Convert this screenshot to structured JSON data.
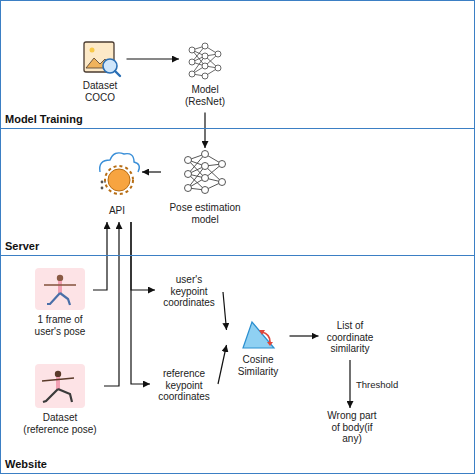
{
  "diagram": {
    "nodes": [
      {
        "text": [
          "Model Training"
        ]
      },
      {
        "text": [
          "Dataset COCO"
        ],
        "in": 0
      },
      {
        "text": [
          "Model (ResNet)"
        ],
        "in": 0
      },
      {
        "text": [
          "Server"
        ]
      },
      {
        "text": [
          "API"
        ],
        "in": 3
      },
      {
        "text": [
          "Pose estimation model"
        ],
        "in": 3
      },
      {
        "text": [
          "Website"
        ]
      },
      {
        "text": [
          "1 frame of user's pose"
        ],
        "in": 6
      },
      {
        "text": [
          "Dataset (reference pose)"
        ],
        "in": 6
      },
      {
        "text": [
          "user's keypoint coordinates"
        ],
        "in": 6
      },
      {
        "text": [
          "reference keypoint coordinates"
        ],
        "in": 6
      },
      {
        "text": [
          "Cosine Similarity"
        ],
        "in": 6
      },
      {
        "text": [
          "List of coordinate similarity"
        ],
        "in": 6
      },
      {
        "text": [
          "Wrong part of body(if any)"
        ],
        "in": 6
      }
    ],
    "edges": [
      {
        "from": 1,
        "to": 2,
        "arrow": "to"
      },
      {
        "from": 2,
        "to": 5,
        "arrow": "to"
      },
      {
        "from": 5,
        "to": 4,
        "arrow": "to"
      },
      {
        "from": 7,
        "to": 4,
        "arrow": "to"
      },
      {
        "from": 8,
        "to": 4,
        "arrow": "to"
      },
      {
        "from": 4,
        "to": 9,
        "arrow": "to"
      },
      {
        "from": 4,
        "to": 10,
        "arrow": "to"
      },
      {
        "from": 9,
        "to": 11,
        "arrow": "to"
      },
      {
        "from": 10,
        "to": 11,
        "arrow": "to"
      },
      {
        "from": 11,
        "to": 12,
        "arrow": "to"
      },
      {
        "from": 12,
        "to": 13,
        "arrow": "to",
        "label": "Threshold"
      }
    ]
  }
}
